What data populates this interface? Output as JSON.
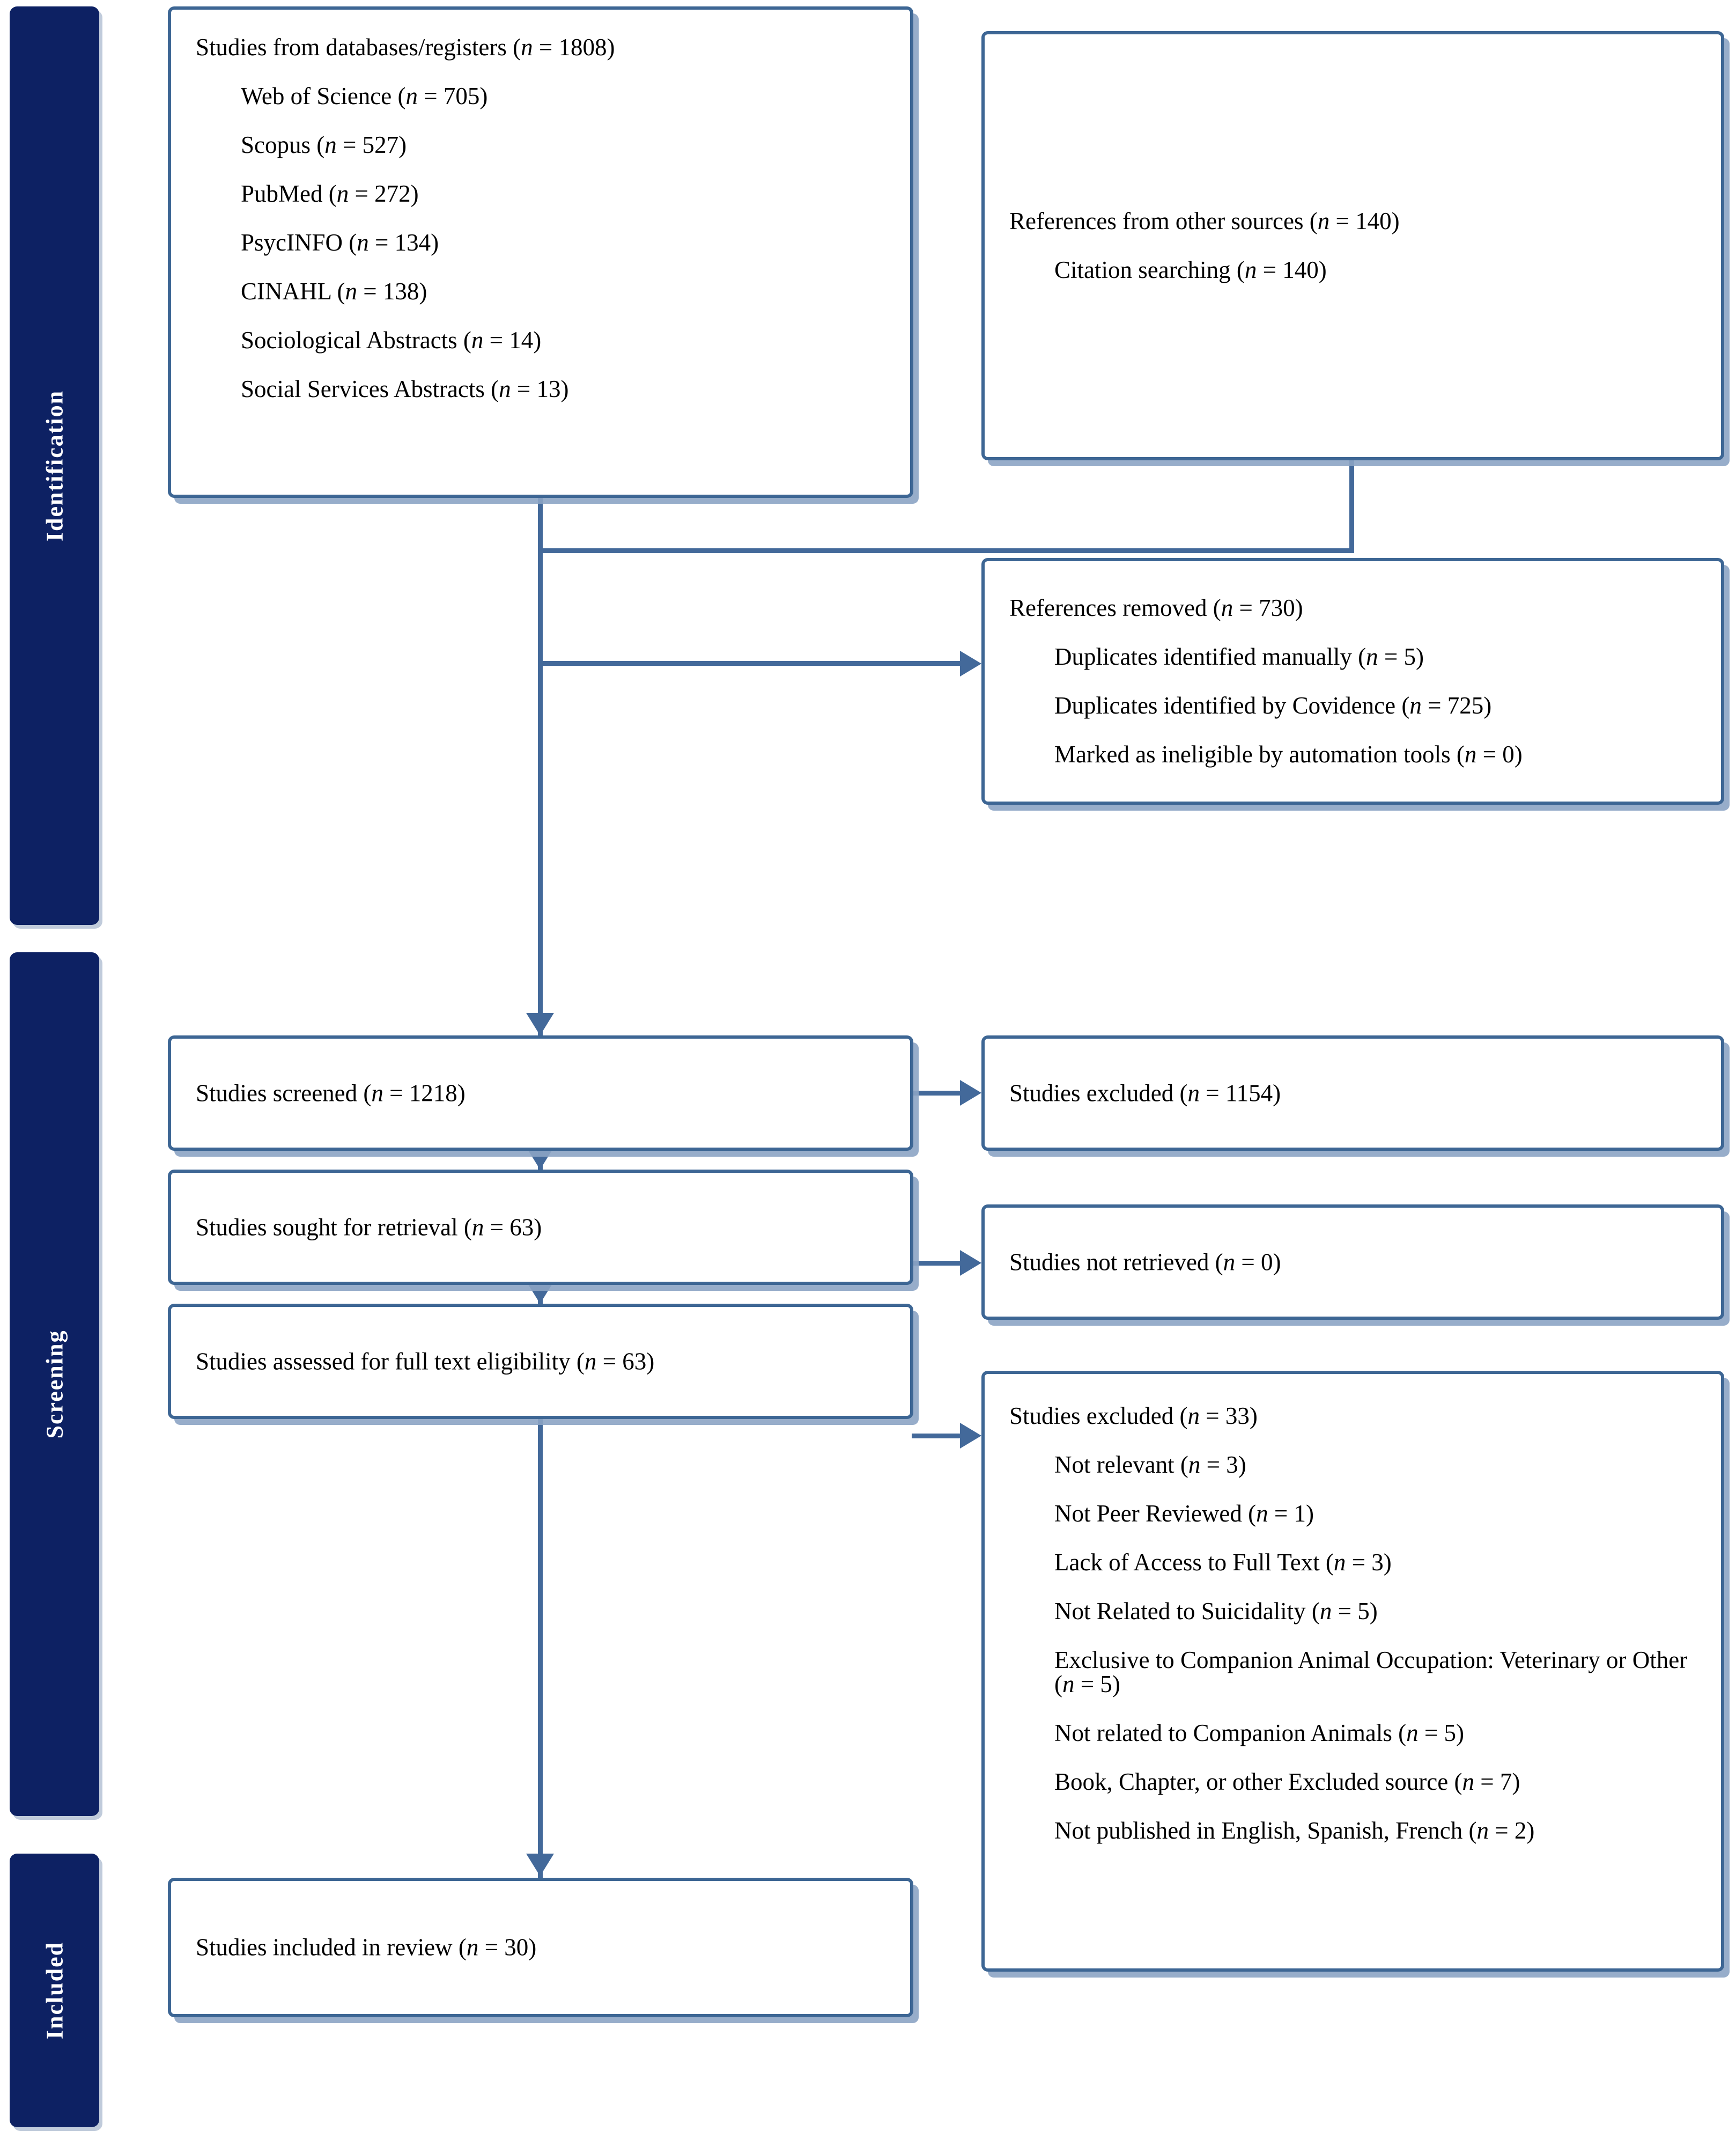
{
  "diagram": {
    "title": "PRISMA 2020 flow diagram",
    "accent_border": "#3d6694",
    "accent_shadow": "#8ca4c4",
    "stage_bar_color": "#0d2163",
    "connector_color": "#43699a"
  },
  "stages": [
    {
      "id": "identification",
      "label": "Identification"
    },
    {
      "id": "screening",
      "label": "Screening"
    },
    {
      "id": "included",
      "label": "Included"
    }
  ],
  "boxes": {
    "databases": {
      "header": "Studies from databases/registers (n = 1808)",
      "items": [
        "Web of Science (n = 705)",
        "Scopus (n = 527)",
        "PubMed (n = 272)",
        "PsycINFO (n = 134)",
        "CINAHL (n = 138)",
        "Sociological Abstracts (n = 14)",
        "Social Services Abstracts (n = 13)"
      ]
    },
    "other_sources": {
      "header": "References from other sources (n = 140)",
      "items": [
        "Citation searching (n = 140)"
      ]
    },
    "references_removed": {
      "header": "References removed (n = 730)",
      "items": [
        "Duplicates identified manually (n = 5)",
        "Duplicates identified by Covidence (n = 725)",
        "Marked as ineligible by automation tools (n = 0)"
      ]
    },
    "screened": {
      "header": "Studies screened (n = 1218)",
      "items": []
    },
    "screened_excluded": {
      "header": "Studies excluded (n = 1154)",
      "items": []
    },
    "sought": {
      "header": "Studies sought for retrieval (n = 63)",
      "items": []
    },
    "not_retrieved": {
      "header": "Studies not retrieved (n = 0)",
      "items": []
    },
    "assessed": {
      "header": "Studies assessed for full text eligibility (n = 63)",
      "items": []
    },
    "fulltext_excluded": {
      "header": "Studies excluded (n = 33)",
      "items": [
        "Not relevant (n = 3)",
        "Not Peer Reviewed (n = 1)",
        "Lack of Access to Full Text (n = 3)",
        "Not Related to Suicidality (n = 5)",
        "Exclusive to Companion Animal Occupation: Veterinary or Other (n = 5)",
        "Not related to Companion Animals (n = 5)",
        "Book, Chapter, or other Excluded source (n = 7)",
        "Not published in English, Spanish, French (n = 2)"
      ]
    },
    "included": {
      "header": "Studies included in review (n = 30)",
      "items": []
    }
  },
  "chart_data": {
    "type": "diagram",
    "title": "PRISMA flow of study selection",
    "nodes": [
      {
        "id": "databases",
        "stage": "Identification",
        "n": 1808
      },
      {
        "id": "other_sources",
        "stage": "Identification",
        "n": 140
      },
      {
        "id": "references_removed",
        "stage": "Identification",
        "n": 730
      },
      {
        "id": "screened",
        "stage": "Screening",
        "n": 1218
      },
      {
        "id": "screened_excluded",
        "stage": "Screening",
        "n": 1154
      },
      {
        "id": "sought",
        "stage": "Screening",
        "n": 63
      },
      {
        "id": "not_retrieved",
        "stage": "Screening",
        "n": 0
      },
      {
        "id": "assessed",
        "stage": "Screening",
        "n": 63
      },
      {
        "id": "fulltext_excluded",
        "stage": "Screening",
        "n": 33
      },
      {
        "id": "included",
        "stage": "Included",
        "n": 30
      }
    ]
  }
}
